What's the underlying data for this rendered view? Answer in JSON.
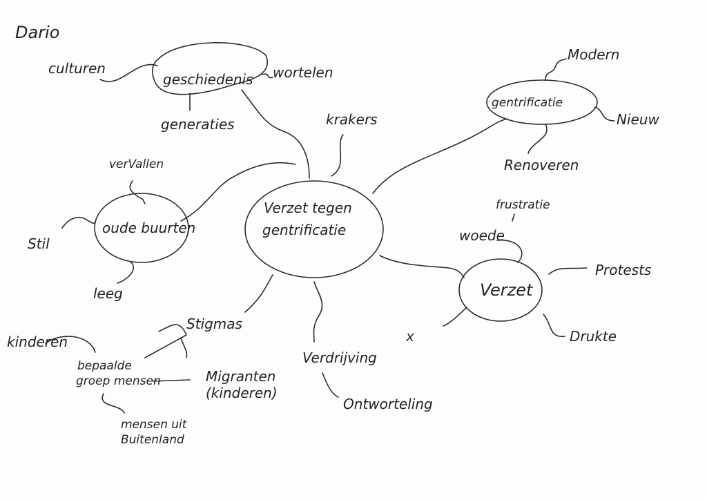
{
  "author": "Dario",
  "central": {
    "line1": "Verzet tegen",
    "line2": "gentrificatie"
  },
  "geschiedenis": {
    "label": "geschiedenis",
    "children": [
      "culturen",
      "wortelen",
      "generaties"
    ]
  },
  "krakers": "krakers",
  "gentrificatie": {
    "label": "gentrificatie",
    "children": [
      "Modern",
      "Nieuw",
      "Renoveren"
    ]
  },
  "oude_buurten": {
    "label": "oude buurten",
    "children": [
      "verVallen",
      "Stil",
      "leeg"
    ]
  },
  "verzet": {
    "label": "Verzet",
    "children": [
      "frustratie",
      "woede",
      "Protests",
      "Drukte",
      "x"
    ]
  },
  "stigmas": {
    "label": "Stigmas",
    "kinderen": "kinderen",
    "groep1": "bepaalde",
    "groep2": "groep mensen",
    "migranten1": "Migranten",
    "migranten2": "(kinderen)",
    "buitenland1": "mensen uit",
    "buitenland2": "Buitenland"
  },
  "verdrijving": {
    "label": "Verdrijving",
    "child": "Ontworteling"
  },
  "colors": {
    "ink": "#2a2a2a",
    "paper": "#fdfdfd"
  }
}
